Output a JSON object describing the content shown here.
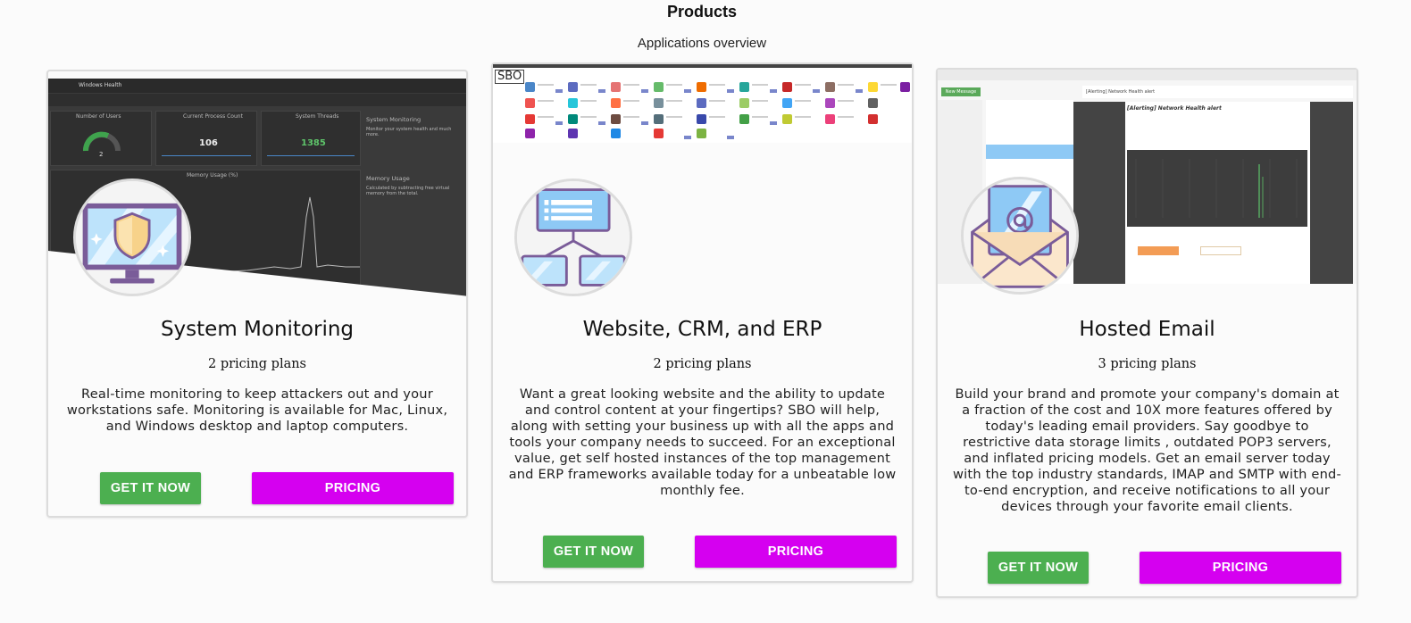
{
  "header": {
    "title": "Products",
    "subtitle": "Applications overview"
  },
  "colors": {
    "get_button": "#4caf50",
    "pricing_button": "#d500f0",
    "card_border": "#dcdcdc",
    "icon_purple": "#7a5c99",
    "icon_blue": "#8ec9f5"
  },
  "cards": [
    {
      "title": "System Monitoring",
      "plans": "2 pricing plans",
      "description": "Real-time monitoring to keep attackers out and your workstations safe. Monitoring is available for Mac, Linux, and Windows desktop and laptop computers.",
      "get_label": "GET IT NOW",
      "pricing_label": "PRICING",
      "icon": "shield-monitor-icon",
      "screenshot": {
        "window_title": "Windows Health",
        "panels": [
          {
            "title": "Number of Users",
            "value": "2"
          },
          {
            "title": "Current Process Count",
            "value": "106"
          },
          {
            "title": "System Threads",
            "value": "1385"
          }
        ],
        "chart_title": "Memory Usage (%)",
        "side_title_1": "System Monitoring",
        "side_text_1": "Monitor your system health and much more.",
        "side_title_2": "Memory Usage",
        "side_text_2": "Calculated by subtracting free virtual memory from the total."
      }
    },
    {
      "title": "Website, CRM, and ERP",
      "plans": "2 pricing plans",
      "description": "Want a great looking website and the ability to update and control content at your fingertips? SBO will help, along with setting your business up with all the apps and tools your company needs to succeed. For an exceptional value, get self hosted instances of the top management and ERP frameworks available today for a unbeatable low monthly fee.",
      "get_label": "GET IT NOW",
      "pricing_label": "PRICING",
      "icon": "network-diagram-icon",
      "screenshot": {
        "logo": "SBO"
      }
    },
    {
      "title": "Hosted Email",
      "plans": "3 pricing plans",
      "description": "Build your brand and promote your company's domain at a fraction of the cost and 10X more features offered by today's leading email providers. Say goodbye to restrictive data storage limits , outdated POP3 servers, and inflated pricing models. Get an email server today with the top industry standards, IMAP and SMTP with end-to-end encryption, and receive notifications to all your devices through your favorite email clients.",
      "get_label": "GET IT NOW",
      "pricing_label": "PRICING",
      "icon": "email-envelope-icon",
      "screenshot": {
        "subject": "[Alerting] Network Health alert",
        "compose_label": "New Message"
      }
    }
  ]
}
